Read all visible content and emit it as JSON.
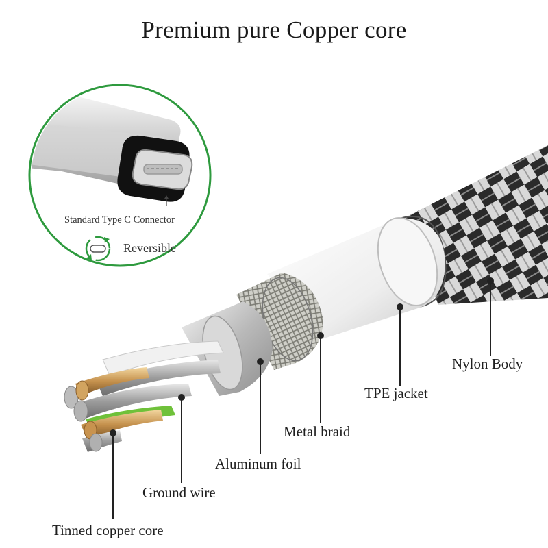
{
  "title": "Premium pure Copper core",
  "inset": {
    "connector_caption": "Standard Type C Connector",
    "reversible_label": "Reversible",
    "ring_color": "#2e9a3e",
    "icons": [
      "usb-c-connector-icon",
      "reversible-arrows-icon"
    ]
  },
  "layers": [
    {
      "id": "nylon",
      "label": "Nylon Body"
    },
    {
      "id": "tpe",
      "label": "TPE jacket"
    },
    {
      "id": "braid",
      "label": "Metal braid"
    },
    {
      "id": "foil",
      "label": "Aluminum foil"
    },
    {
      "id": "ground",
      "label": "Ground wire"
    },
    {
      "id": "copper",
      "label": "Tinned copper core"
    }
  ]
}
